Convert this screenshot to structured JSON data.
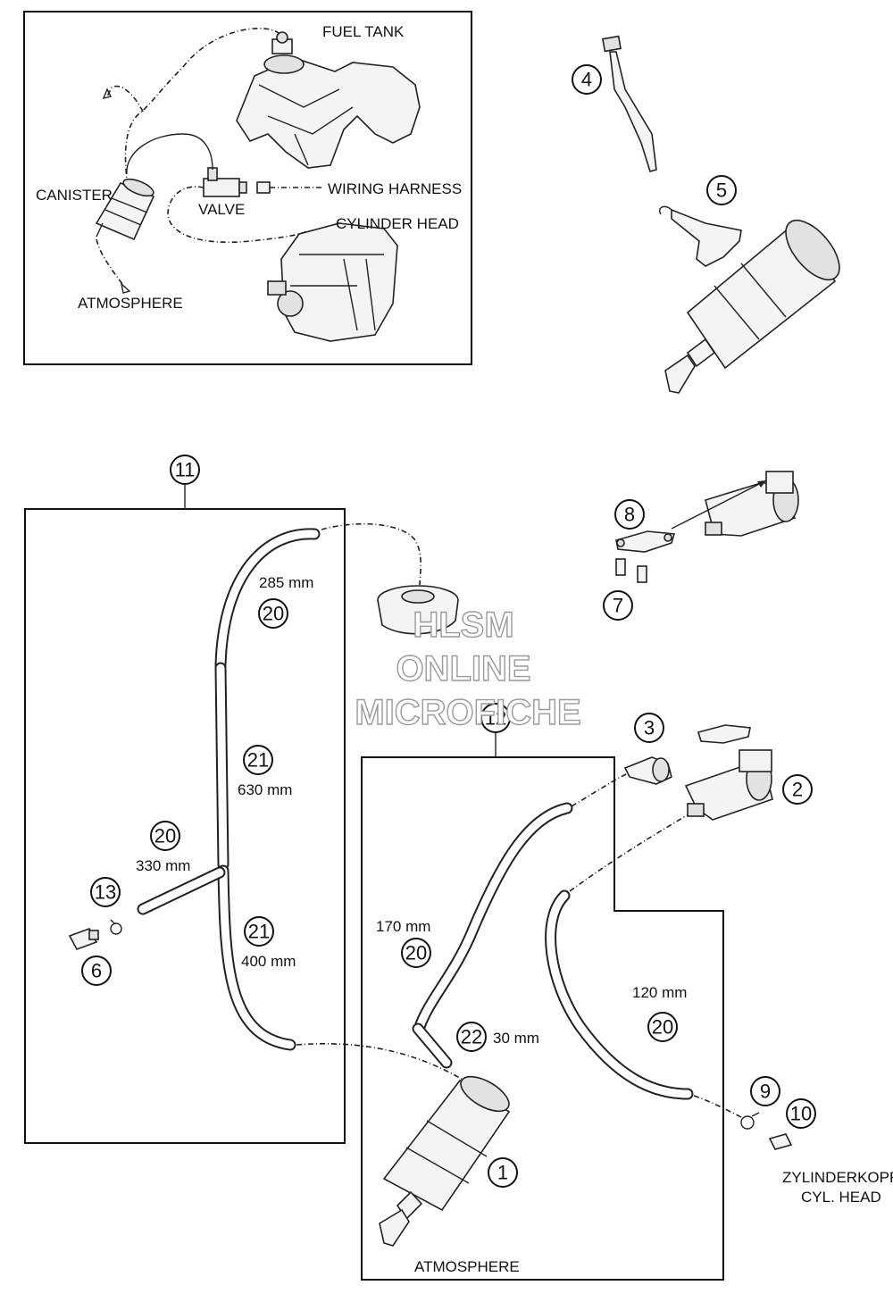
{
  "overview": {
    "fuel_tank": "FUEL TANK",
    "canister": "CANISTER",
    "valve": "VALVE",
    "wiring_harness": "WIRING HARNESS",
    "cylinder_head": "CYLINDER HEAD",
    "atmosphere": "ATMOSPHERE"
  },
  "callouts": {
    "c1": "1",
    "c2": "2",
    "c3": "3",
    "c4": "4",
    "c5": "5",
    "c6": "6",
    "c7": "7",
    "c8": "8",
    "c9": "9",
    "c10": "10",
    "c11": "11",
    "c12": "12",
    "c13": "13",
    "c20a": "20",
    "c20b": "20",
    "c20c": "20",
    "c20d": "20",
    "c21a": "21",
    "c21b": "21",
    "c22": "22"
  },
  "lengths": {
    "l285": "285 mm",
    "l630": "630 mm",
    "l330": "330 mm",
    "l400": "400 mm",
    "l170": "170 mm",
    "l30": "30 mm",
    "l120": "120 mm"
  },
  "labels": {
    "zylinderkopf": "ZYLINDERKOPF",
    "cyl_head": "CYL. HEAD",
    "atmosphere": "ATMOSPHERE"
  },
  "watermark": {
    "line1": "HLSM",
    "line2": "ONLINE",
    "line3": "MICROFICHE"
  }
}
